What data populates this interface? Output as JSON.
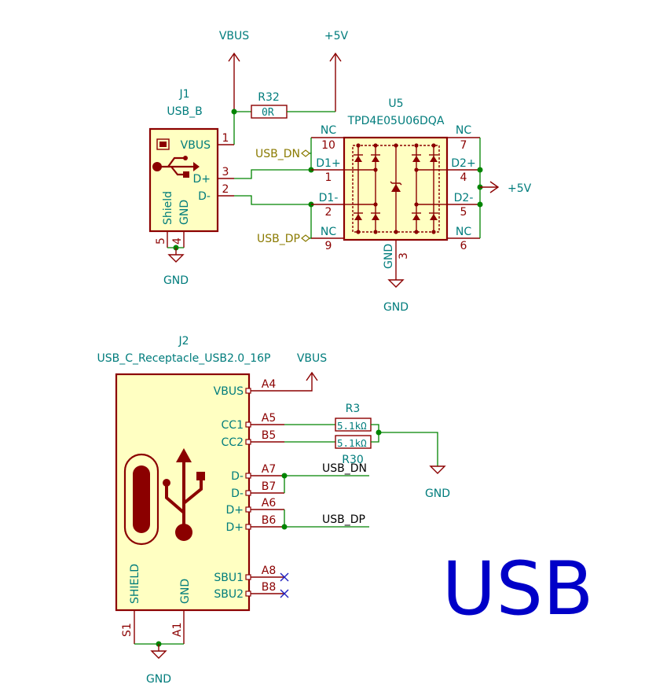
{
  "power": {
    "vbus_top": "VBUS",
    "plus5v_top": "+5V",
    "plus5v_right": "+5V",
    "gnd_j1": "GND",
    "gnd_u5": "GND",
    "vbus_j2": "VBUS",
    "gnd_r3": "GND",
    "gnd_j2": "GND"
  },
  "j1": {
    "ref": "J1",
    "value": "USB_B",
    "pins": {
      "vbus": "VBUS",
      "vbus_num": "1",
      "dplus": "D+",
      "dplus_num": "3",
      "dminus": "D-",
      "dminus_num": "2",
      "shield": "Shield",
      "shield_num": "5",
      "gnd": "GND",
      "gnd_num": "4"
    }
  },
  "r32": {
    "ref": "R32",
    "value": "0R"
  },
  "u5": {
    "ref": "U5",
    "value": "TPD4E05U06DQA",
    "pins": {
      "nc10": "NC",
      "nc10_num": "10",
      "d1p": "D1+",
      "d1p_num": "1",
      "d1m": "D1-",
      "d1m_num": "2",
      "nc9": "NC",
      "nc9_num": "9",
      "nc7": "NC",
      "nc7_num": "7",
      "d2p": "D2+",
      "d2p_num": "4",
      "d2m": "D2-",
      "d2m_num": "5",
      "nc6": "NC",
      "nc6_num": "6",
      "gnd": "GND",
      "gnd_num": "3"
    }
  },
  "hier_labels": {
    "usb_dn": "USB_DN",
    "usb_dp": "USB_DP"
  },
  "j2": {
    "ref": "J2",
    "value": "USB_C_Receptacle_USB2.0_16P",
    "pins": [
      {
        "name": "VBUS",
        "num": "A4"
      },
      {
        "name": "CC1",
        "num": "A5"
      },
      {
        "name": "CC2",
        "num": "B5"
      },
      {
        "name": "D-",
        "num": "A7"
      },
      {
        "name": "D-",
        "num": "B7"
      },
      {
        "name": "D+",
        "num": "A6"
      },
      {
        "name": "D+",
        "num": "B6"
      },
      {
        "name": "SBU1",
        "num": "A8"
      },
      {
        "name": "SBU2",
        "num": "B8"
      }
    ],
    "shield": "SHIELD",
    "shield_num": "S1",
    "gnd": "GND",
    "gnd_num": "A1"
  },
  "r3": {
    "ref": "R3",
    "value": "5.1kΩ"
  },
  "r30": {
    "ref": "R30",
    "value": "5.1kΩ"
  },
  "net_labels": {
    "usb_dn": "USB_DN",
    "usb_dp": "USB_DP"
  },
  "sheet_title": "USB",
  "colors": {
    "component_outline": "#8b0000",
    "component_fill": "#ffffc2",
    "wire": "#008400",
    "reference_text": "#007c7c",
    "hierarchical_label": "#8a7a00",
    "title_text": "#0000c8"
  }
}
